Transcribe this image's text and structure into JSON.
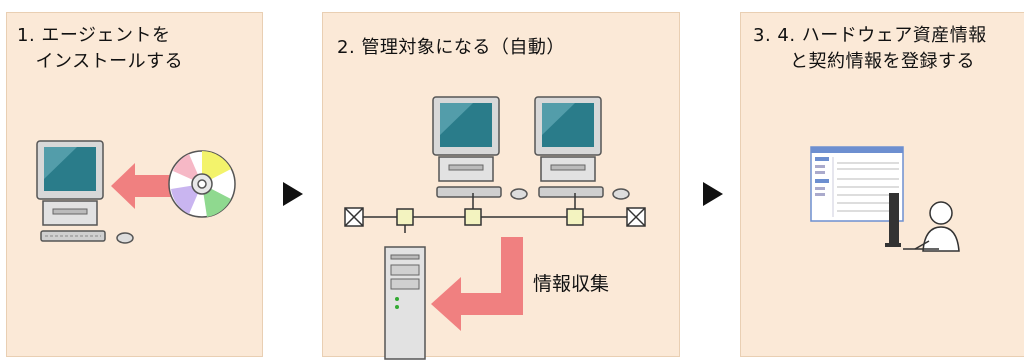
{
  "steps": [
    {
      "caption": "1. エージェントを\n　インストールする"
    },
    {
      "caption": "2. 管理対象になる（自動）"
    },
    {
      "caption": "3. 4. ハードウェア資産情報\n　　と契約情報を登録する"
    }
  ],
  "network": {
    "flow_label": "情報収集"
  },
  "colors": {
    "panel_bg": "#fbe9d7",
    "flow_arrow": "#f08080",
    "network_node": "#f3f3c0",
    "screen": "#2a7c8a"
  }
}
